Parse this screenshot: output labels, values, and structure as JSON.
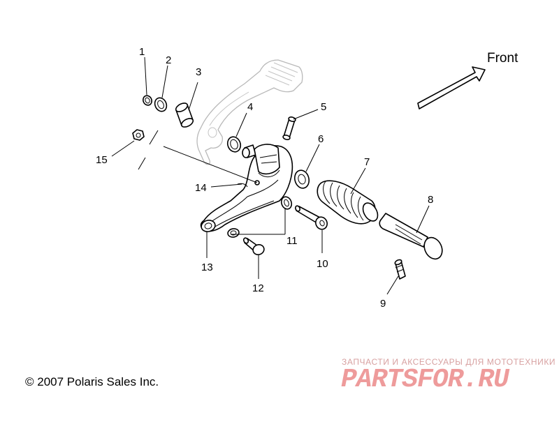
{
  "diagram": {
    "front_label": "Front",
    "callouts": [
      "1",
      "2",
      "3",
      "4",
      "5",
      "6",
      "7",
      "8",
      "9",
      "10",
      "11",
      "12",
      "13",
      "14",
      "15"
    ],
    "copyright": "© 2007 Polaris Sales Inc."
  },
  "watermark": {
    "tagline": "ЗАПЧАСТИ И АКСЕССУАРЫ ДЛЯ МОТОТЕХНИКИ",
    "logo": "PARTSFOR.RU",
    "color": "#ee9b9b"
  },
  "colors": {
    "line": "#000000",
    "ghost": "#b9b9b9",
    "background": "#ffffff"
  }
}
